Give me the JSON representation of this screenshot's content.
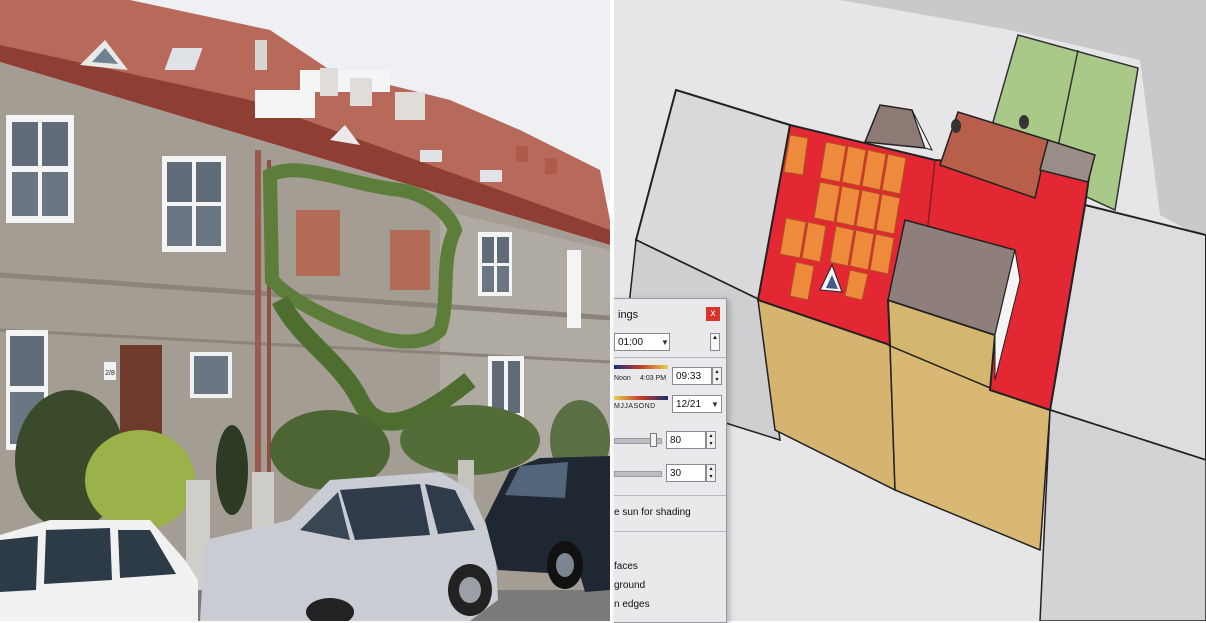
{
  "panels": {
    "left": {
      "subject": "townhouse-street-photo"
    },
    "right": {
      "subject": "sketchup-roof-model-photo"
    }
  },
  "house": {
    "number": "2/8"
  },
  "shadow_dialog": {
    "title": "ings",
    "close_label": "x",
    "timezone_value": "01:00",
    "noon_label": "Noon",
    "time_small": "4:03 PM",
    "time_value": "09:33",
    "months_label": "MJJASOND",
    "date_value": "12/21",
    "light_value": "80",
    "dark_value": "30",
    "sun_shading_label": "e sun for shading",
    "faces_label": "faces",
    "ground_label": "ground",
    "edges_label": "n edges"
  },
  "colors": {
    "roof_red": "#e32733",
    "panel_orange": "#ee8a3c",
    "wall_tan": "#d7b772",
    "neighbor_gray": "#dcdcdc",
    "lawn_green": "#a9c989",
    "brick_roof": "#b75f4b"
  }
}
